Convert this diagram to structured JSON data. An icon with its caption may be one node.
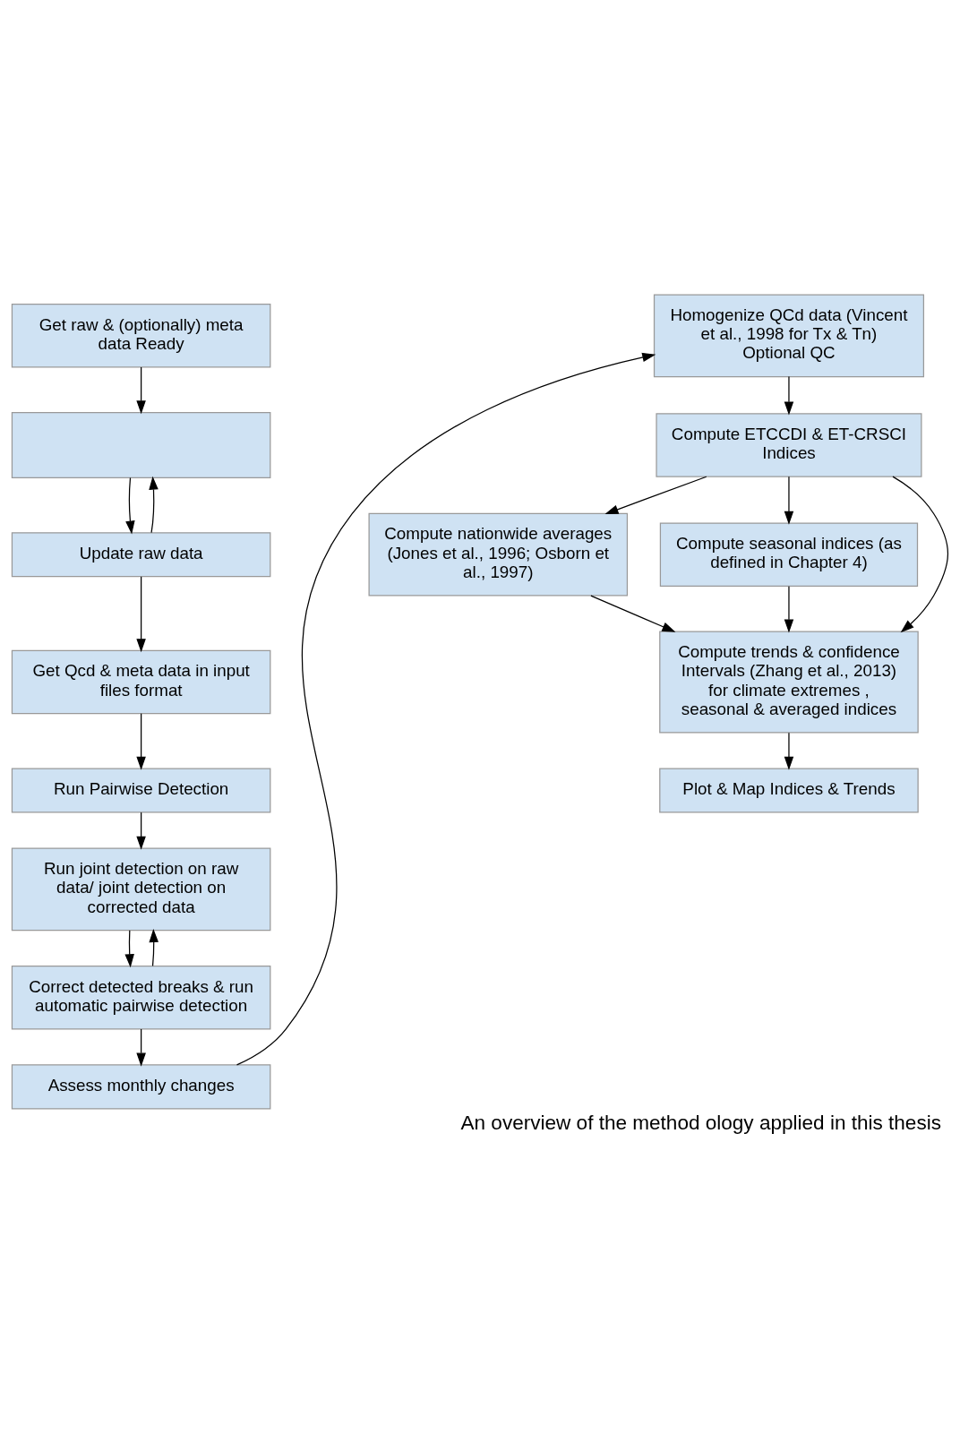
{
  "diagram": {
    "caption": "An overview of the method ology applied in this thesis",
    "nodes": [
      {
        "text": [
          "Get raw & (optionally) meta data Ready"
        ]
      },
      {
        "text": [],
        "shape": "box"
      },
      {
        "text": [
          "Update raw data"
        ]
      },
      {
        "text": [
          "Get Qcd & meta data in input files format"
        ]
      },
      {
        "text": [
          "Run Pairwise Detection"
        ]
      },
      {
        "text": [
          "Run joint detection on raw data/ joint detection on corrected data"
        ]
      },
      {
        "text": [
          "Correct detected breaks & run automatic pairwise detection"
        ]
      },
      {
        "text": [
          "Assess monthly changes"
        ]
      },
      {
        "text": [
          "Homogenize QCd data (Vincent et al., 1998 for Tx & Tn) Optional QC"
        ]
      },
      {
        "text": [
          "Compute ETCCDI & ET-CRSCI Indices"
        ]
      },
      {
        "text": [
          "Compute nationwide averages (Jones et al., 1996; Osborn et al., 1997)"
        ]
      },
      {
        "text": [
          "Compute seasonal indices (as defined in Chapter 4)"
        ]
      },
      {
        "text": [
          "Compute trends & confidence Intervals (Zhang et al., 2013) for climate extremes , seasonal & averaged indices"
        ]
      },
      {
        "text": [
          "Plot & Map Indices & Trends"
        ]
      }
    ],
    "edges": [
      {
        "from": 0,
        "to": 1,
        "arrow": "to"
      },
      {
        "from": 1,
        "to": 2,
        "arrow": "to"
      },
      {
        "from": 2,
        "to": 1,
        "arrow": "to"
      },
      {
        "from": 2,
        "to": 3,
        "arrow": "to"
      },
      {
        "from": 3,
        "to": 4,
        "arrow": "to"
      },
      {
        "from": 4,
        "to": 5,
        "arrow": "to"
      },
      {
        "from": 5,
        "to": 6,
        "arrow": "to"
      },
      {
        "from": 6,
        "to": 5,
        "arrow": "to"
      },
      {
        "from": 6,
        "to": 7,
        "arrow": "to"
      },
      {
        "from": 7,
        "to": 8,
        "arrow": "to"
      },
      {
        "from": 8,
        "to": 9,
        "arrow": "to"
      },
      {
        "from": 9,
        "to": 10,
        "arrow": "to"
      },
      {
        "from": 9,
        "to": 11,
        "arrow": "to"
      },
      {
        "from": 9,
        "to": 12,
        "arrow": "to"
      },
      {
        "from": 10,
        "to": 12,
        "arrow": "to"
      },
      {
        "from": 11,
        "to": 12,
        "arrow": "to"
      },
      {
        "from": 12,
        "to": 13,
        "arrow": "to"
      }
    ]
  }
}
